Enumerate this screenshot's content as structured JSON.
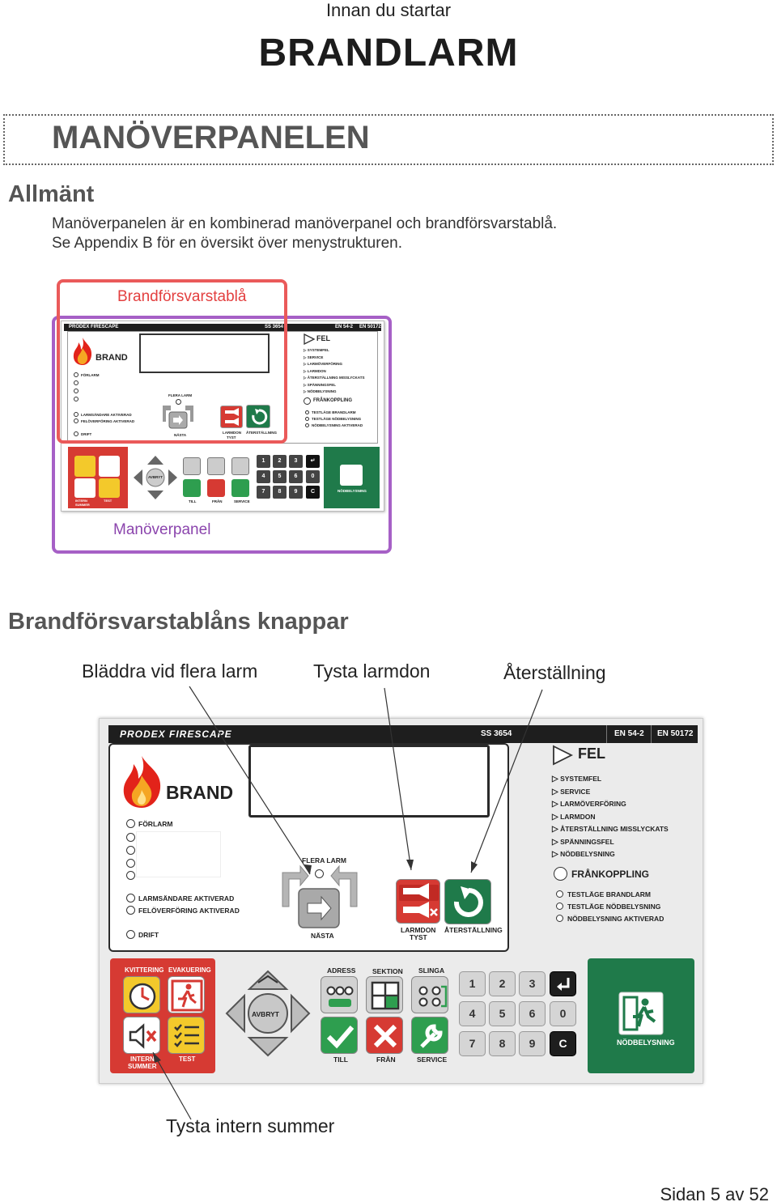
{
  "page": {
    "header": "Innan du startar",
    "title": "BRANDLARM",
    "section_title": "MANÖVERPANELEN",
    "heading_general": "Allmänt",
    "intro_line1": "Manöverpanelen är en kombinerad manöverpanel och brandförsvarstablå.",
    "intro_line2": "Se Appendix B för en översikt över menystrukturen.",
    "heading_buttons": "Brandförsvarstablåns knappar",
    "page_number": "Sidan 5 av 52"
  },
  "figure1": {
    "label_tablo": "Brandförsvarstablå",
    "label_panel": "Manöverpanel",
    "frame_colors": {
      "tablo": "#ea5a5a",
      "panel": "#a660c6"
    }
  },
  "callouts": {
    "scroll": "Bläddra vid flera larm",
    "silence": "Tysta larmdon",
    "reset": "Återställning",
    "buzzer": "Tysta intern summer"
  },
  "panel": {
    "logo": "PRODEX FIRESCAPE",
    "std_ss": "SS 3654",
    "std_en54": "EN 54-2",
    "std_en50172": "EN 50172",
    "brand": "BRAND",
    "fel": "FEL",
    "faults": [
      "SYSTEMFEL",
      "SERVICE",
      "LARMÖVERFÖRING",
      "LARMDON",
      "ÅTERSTÄLLNING MISSLYCKATS",
      "SPÄNNINGSFEL",
      "NÖDBELYSNING"
    ],
    "frankoppling": "FRÅNKOPPLING",
    "tests": [
      "TESTLÄGE BRANDLARM",
      "TESTLÄGE NÖDBELYSNING",
      "NÖDBELYSNING AKTIVERAD"
    ],
    "forlarm": "FÖRLARM",
    "larmsandare": "LARMSÄNDARE AKTIVERAD",
    "feloverforing": "FELÖVERFÖRING AKTIVERAD",
    "drift": "DRIFT",
    "flera_larm": "FLERA LARM",
    "nasta": "NÄSTA",
    "larmdon": "LARMDON",
    "tyst": "TYST",
    "aterstallning": "ÅTERSTÄLLNING",
    "kvittering": "KVITTERING",
    "evakuering": "EVAKUERING",
    "intern": "INTERN",
    "summer": "SUMMER",
    "test": "TEST",
    "adress": "ADRESS",
    "sektion": "SEKTION",
    "slinga": "SLINGA",
    "avbryt": "AVBRYT",
    "till": "TILL",
    "fran": "FRÅN",
    "service": "SERVICE",
    "nodbelysning": "NÖDBELYSNING",
    "keys_row1": [
      "1",
      "2",
      "3"
    ],
    "keys_row2": [
      "4",
      "5",
      "6",
      "0"
    ],
    "keys_row3": [
      "7",
      "8",
      "9",
      "C"
    ],
    "colors": {
      "red": "#d63a33",
      "green": "#1f7a4a",
      "dark": "#1e1e1e",
      "yellow": "#f3c92b"
    }
  }
}
